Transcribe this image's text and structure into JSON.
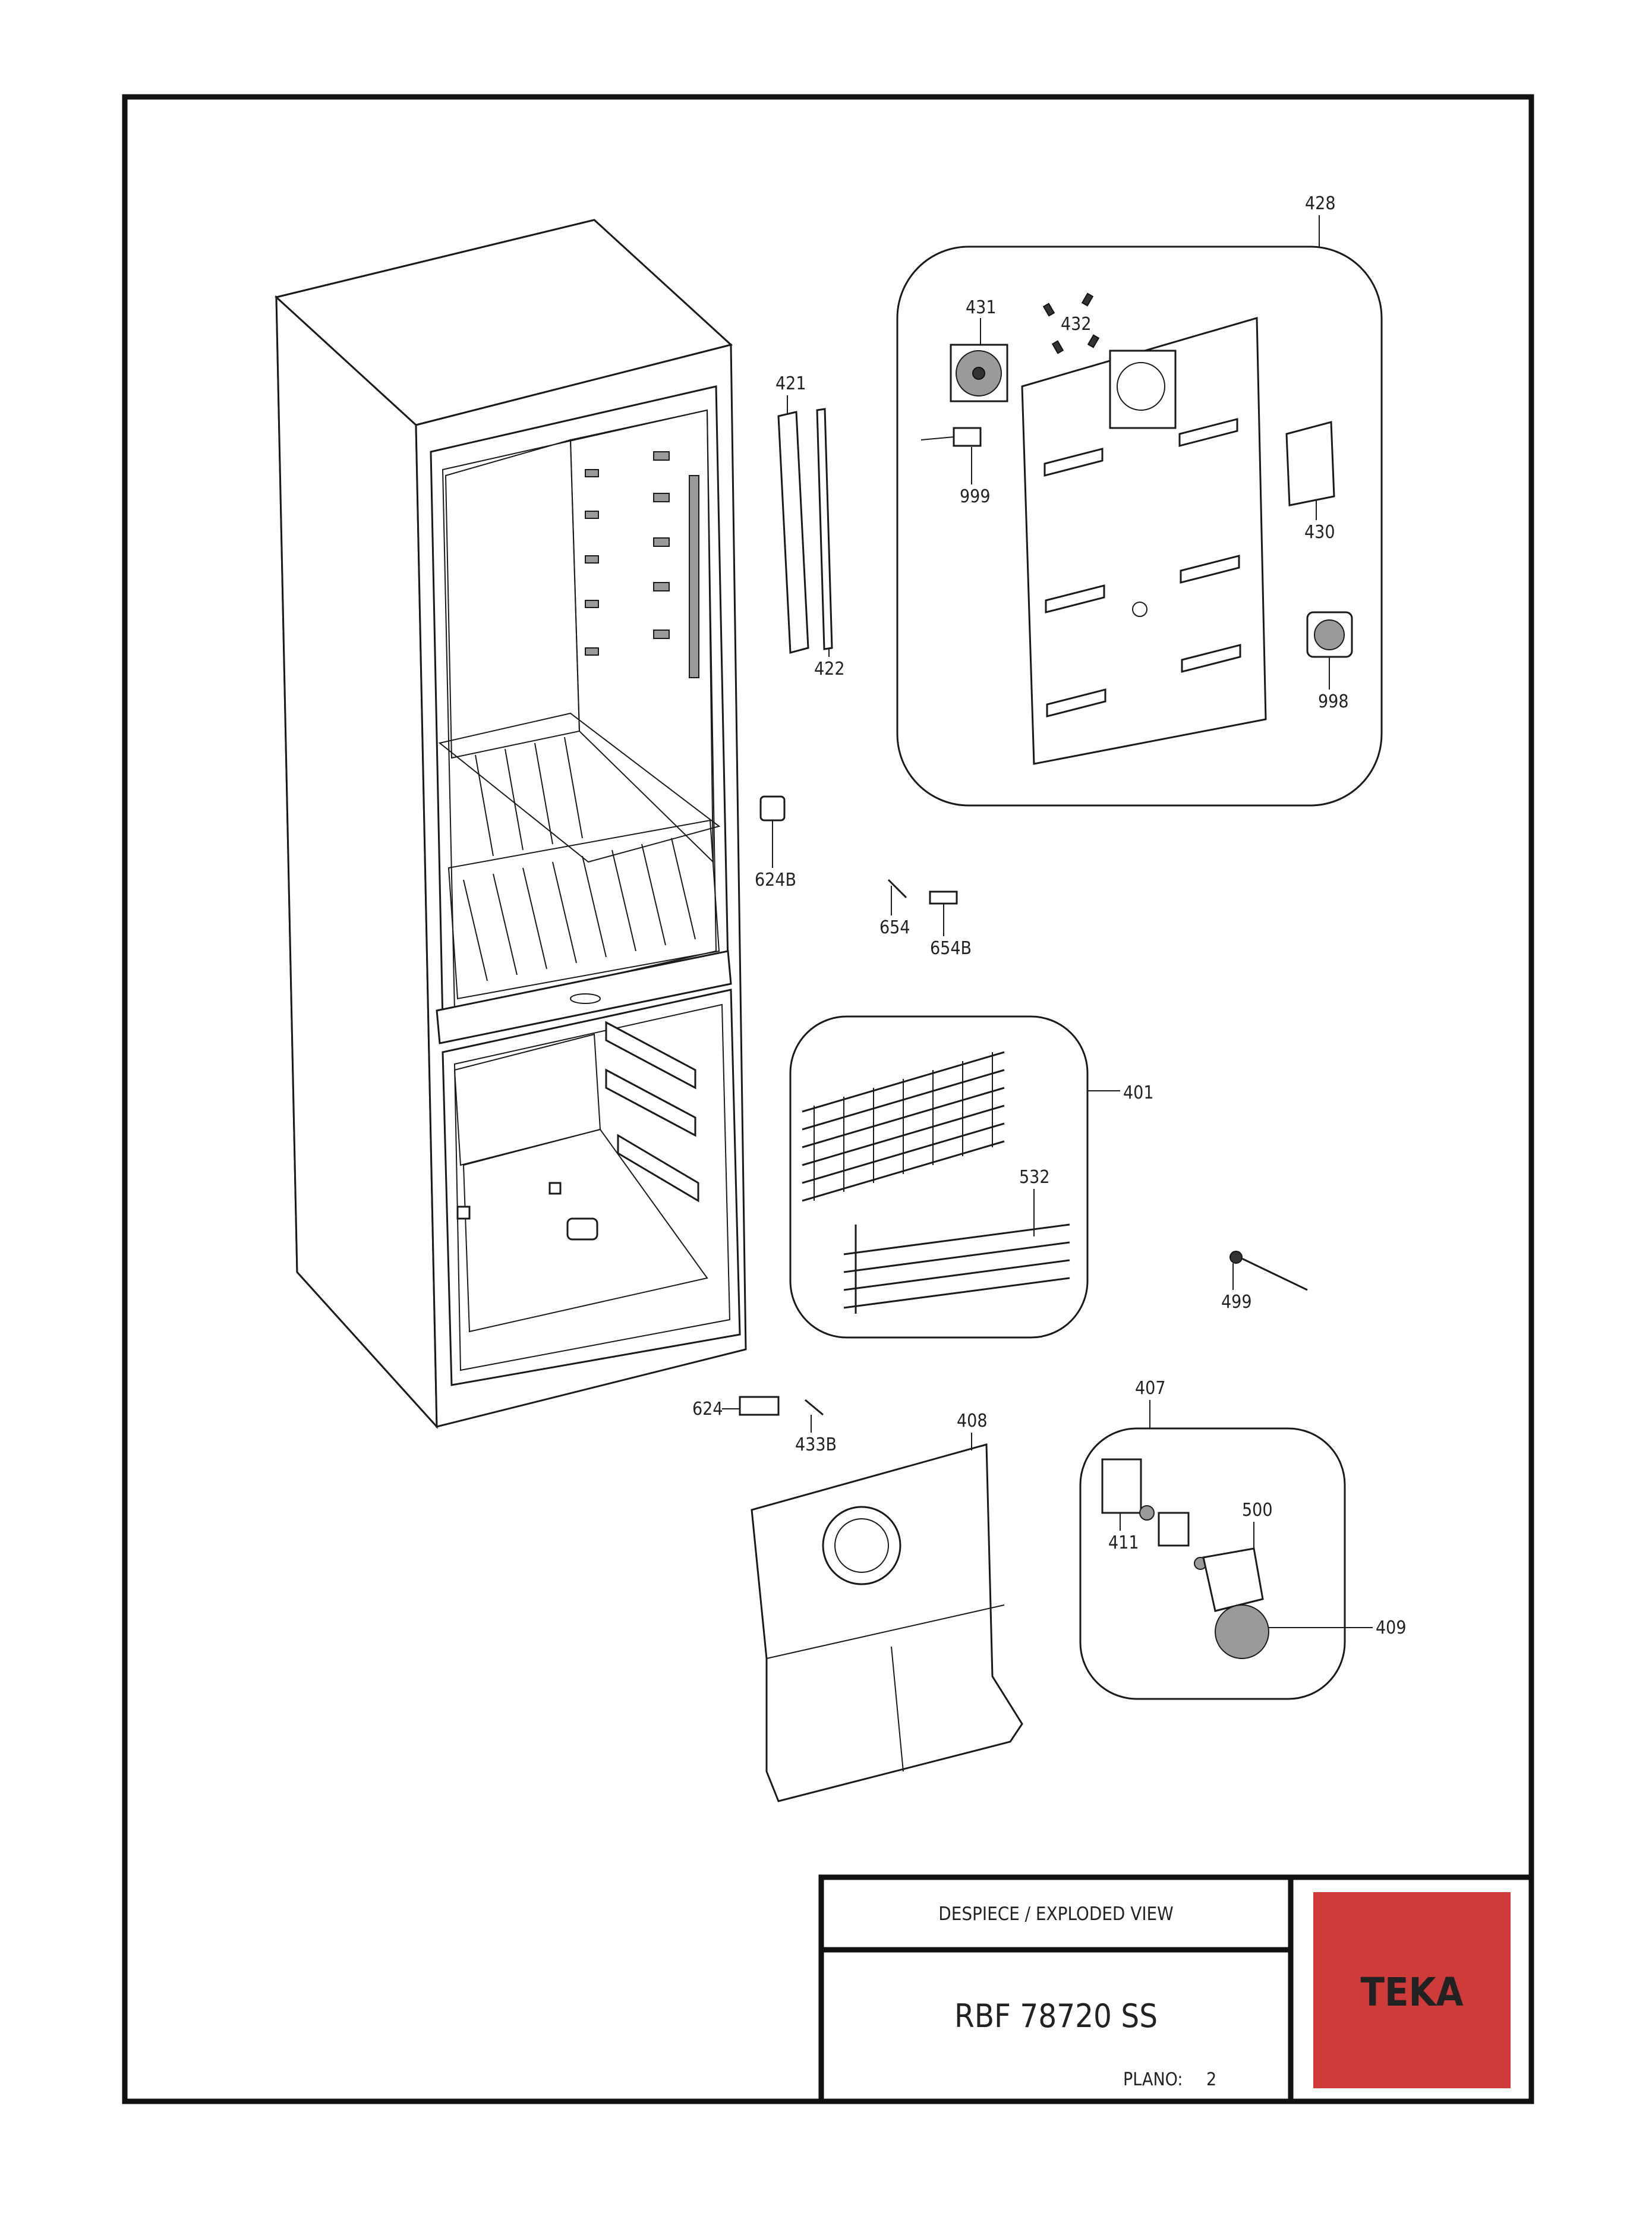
{
  "title_block": {
    "header": "DESPIECE / EXPLODED VIEW",
    "model": "RBF 78720 SS",
    "plano_label": "PLANO:",
    "plano_number": "2",
    "brand": "TEKA",
    "brand_color": "#cf3a3a"
  },
  "parts": [
    {
      "id": "428"
    },
    {
      "id": "431"
    },
    {
      "id": "432"
    },
    {
      "id": "999"
    },
    {
      "id": "430"
    },
    {
      "id": "998"
    },
    {
      "id": "421"
    },
    {
      "id": "422"
    },
    {
      "id": "624B"
    },
    {
      "id": "654"
    },
    {
      "id": "654B"
    },
    {
      "id": "401"
    },
    {
      "id": "532"
    },
    {
      "id": "499"
    },
    {
      "id": "407"
    },
    {
      "id": "408"
    },
    {
      "id": "411"
    },
    {
      "id": "500"
    },
    {
      "id": "409"
    },
    {
      "id": "624"
    },
    {
      "id": "433B"
    }
  ]
}
